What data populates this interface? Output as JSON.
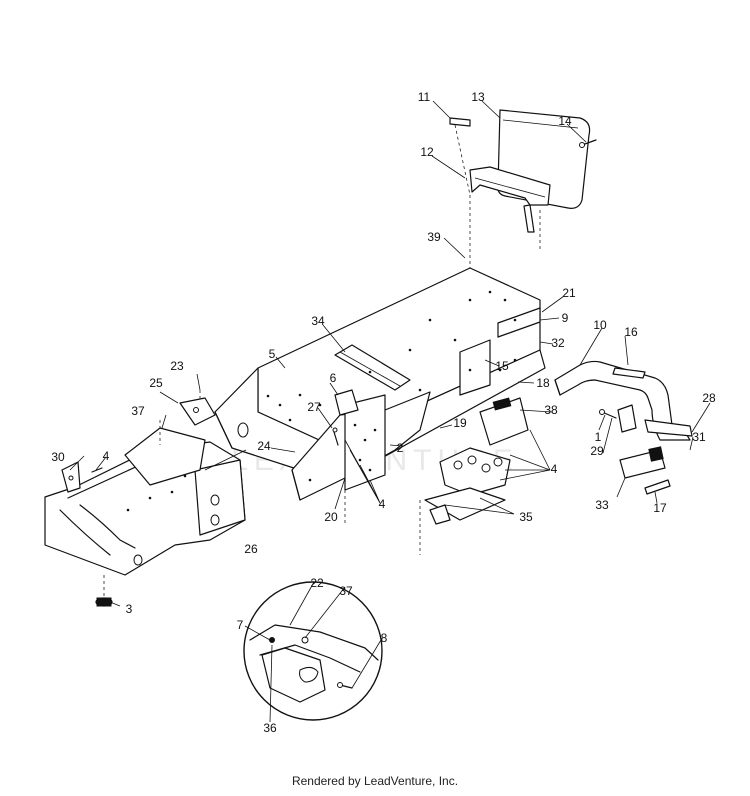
{
  "callouts": {
    "c1": "1",
    "c2": "2",
    "c3": "3",
    "c4a": "4",
    "c4b": "4",
    "c4c": "4",
    "c5": "5",
    "c6": "6",
    "c7": "7",
    "c8": "8",
    "c9": "9",
    "c10": "10",
    "c11": "11",
    "c12": "12",
    "c13": "13",
    "c14": "14",
    "c15": "15",
    "c16": "16",
    "c17": "17",
    "c18": "18",
    "c19": "19",
    "c20": "20",
    "c21": "21",
    "c22": "22",
    "c23": "23",
    "c24": "24",
    "c25": "25",
    "c26": "26",
    "c27": "27",
    "c28": "28",
    "c29": "29",
    "c30": "30",
    "c31": "31",
    "c32": "32",
    "c33": "33",
    "c34": "34",
    "c35": "35",
    "c36": "36",
    "c37a": "37",
    "c37b": "37",
    "c38": "38",
    "c39": "39"
  },
  "watermark": "LEADVENTURE",
  "footer": "Rendered by LeadVenture, Inc."
}
